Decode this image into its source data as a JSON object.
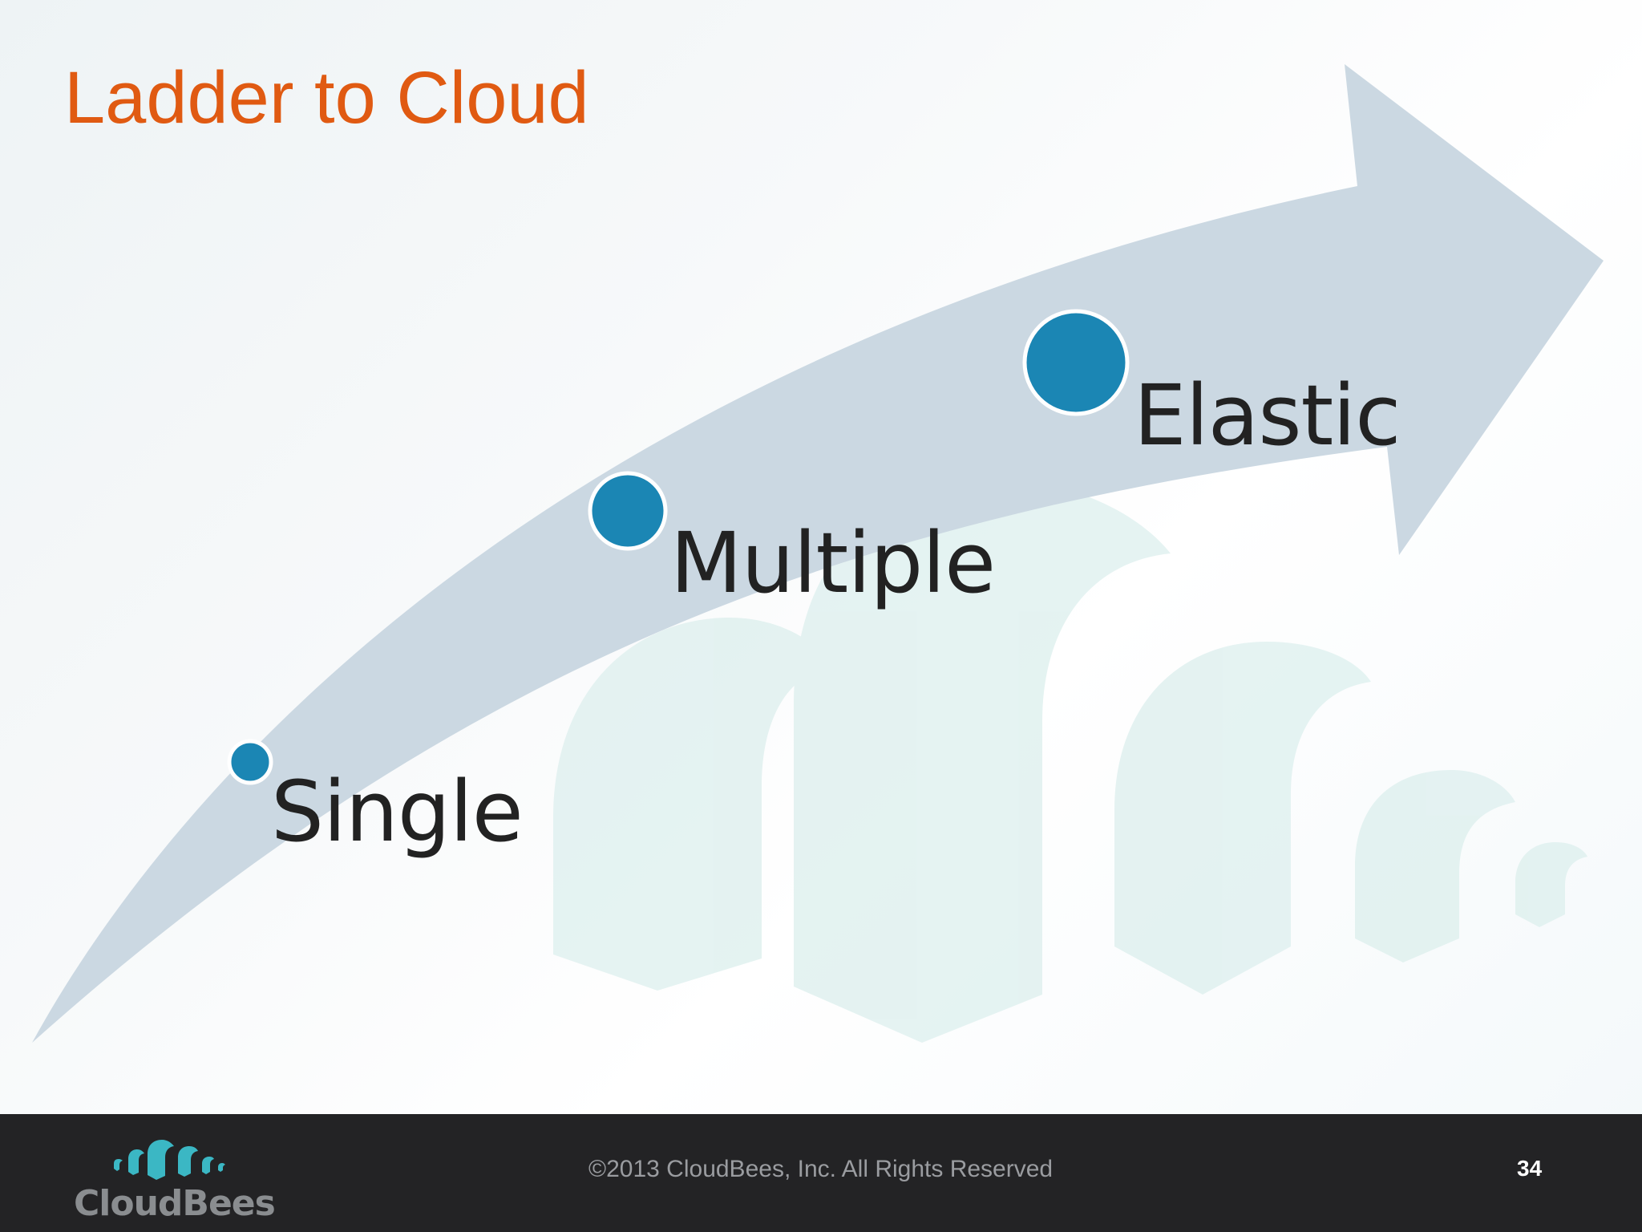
{
  "slide": {
    "title": "Ladder to Cloud",
    "steps": [
      {
        "label": "Single"
      },
      {
        "label": "Multiple"
      },
      {
        "label": "Elastic"
      }
    ]
  },
  "footer": {
    "logo_text": "CloudBees",
    "copyright": "©2013 CloudBees, Inc. All Rights Reserved",
    "page_number": "34"
  },
  "colors": {
    "title": "#e05a12",
    "arrow": "#cbd8e2",
    "dot_fill": "#1b86b4",
    "dot_stroke": "#ffffff",
    "watermark": "#dcefed",
    "footer_bg": "#232325",
    "logo_teal": "#3bb7c4"
  },
  "icons": {
    "logo_mark": "cloudbees-bee-logo-icon"
  }
}
